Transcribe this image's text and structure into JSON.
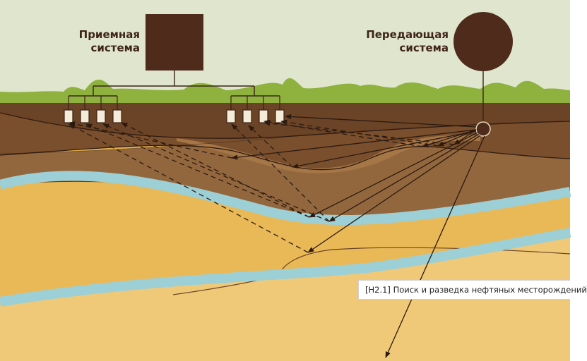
{
  "labels": {
    "receiver_line1": "Приемная",
    "receiver_line2": "система",
    "transmitter_line1": "Передающая",
    "transmitter_line2": "система"
  },
  "caption": "[H2.1] Поиск и разведка нефтяных месторождений",
  "colors": {
    "sky": "#dfe6cd",
    "grass": "#8fb23f",
    "topsoil": "#6b4326",
    "clay": "#8c6139",
    "sand_upper": "#e6b452",
    "sand_lower": "#eec66f",
    "water": "#9ccfd6",
    "station": "#4f2b1c",
    "geophone": "#f4ecd9",
    "wire": "#3a2418"
  }
}
